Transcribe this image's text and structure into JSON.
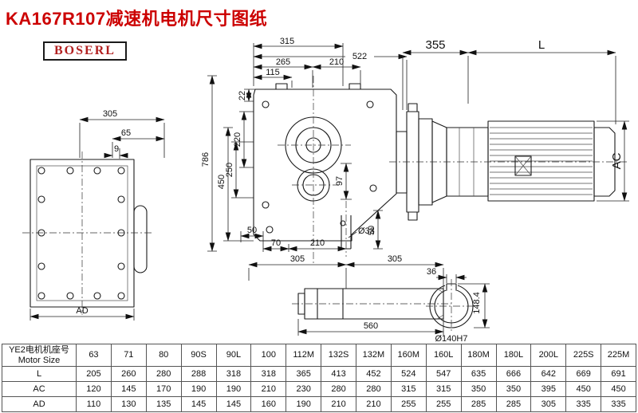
{
  "page": {
    "title": "KA167R107减速机电机尺寸图纸",
    "logo": "BOSERL"
  },
  "colors": {
    "title_red": "#cc0000",
    "logo_red": "#b22020",
    "line": "#1a1a1a"
  },
  "dims": {
    "left_view": [
      "305",
      "65",
      "9",
      "AD"
    ],
    "main_top": [
      "315",
      "522",
      "265",
      "210",
      "115"
    ],
    "main_left": [
      "22",
      "220",
      "250",
      "450",
      "786"
    ],
    "main_right": [
      "97"
    ],
    "main_bottom": [
      "50",
      "70",
      "210",
      "Ø33",
      "50"
    ],
    "motor": [
      "355",
      "L",
      "AC"
    ],
    "shaft": [
      "305",
      "305",
      "560"
    ],
    "bore": [
      "36",
      "148.4",
      "Ø140H7"
    ]
  },
  "table": {
    "header_cn": "YE2电机机座号",
    "header_en": "Motor Size",
    "sizes": [
      "63",
      "71",
      "80",
      "90S",
      "90L",
      "100",
      "112M",
      "132S",
      "132M",
      "160M",
      "160L",
      "180M",
      "180L",
      "200L",
      "225S",
      "225M"
    ],
    "rows": [
      {
        "label": "L",
        "values": [
          "205",
          "260",
          "280",
          "288",
          "318",
          "318",
          "365",
          "413",
          "452",
          "524",
          "547",
          "635",
          "666",
          "642",
          "669",
          "691"
        ]
      },
      {
        "label": "AC",
        "values": [
          "120",
          "145",
          "170",
          "190",
          "190",
          "210",
          "230",
          "280",
          "280",
          "315",
          "315",
          "350",
          "350",
          "395",
          "450",
          "450"
        ]
      },
      {
        "label": "AD",
        "values": [
          "110",
          "130",
          "135",
          "145",
          "145",
          "160",
          "190",
          "210",
          "210",
          "255",
          "255",
          "285",
          "285",
          "305",
          "335",
          "335"
        ]
      }
    ]
  }
}
